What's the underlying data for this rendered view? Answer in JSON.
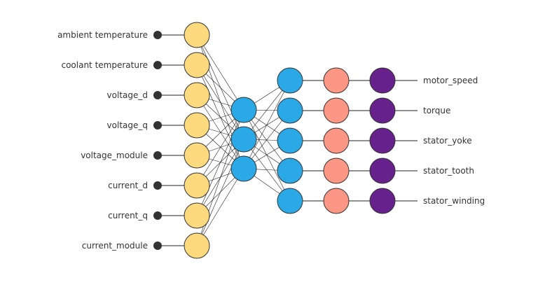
{
  "inputs": [
    "ambient temperature",
    "coolant temperature",
    "voltage_d",
    "voltage_q",
    "voltage_module",
    "current_d",
    "current_q",
    "current_module"
  ],
  "outputs": [
    "motor_speed",
    "torque",
    "stator_yoke",
    "stator_tooth",
    "stator_winding"
  ],
  "layers": {
    "input_count": 8,
    "hidden1_count": 3,
    "hidden2_count": 5,
    "transform_count": 5,
    "output_count": 5
  },
  "colors": {
    "input_node": "#fdda7e",
    "hidden_node": "#2aa9e6",
    "transform_node": "#fb9784",
    "output_node": "#67218c",
    "terminal_dot": "#333333",
    "line": "#222222"
  }
}
